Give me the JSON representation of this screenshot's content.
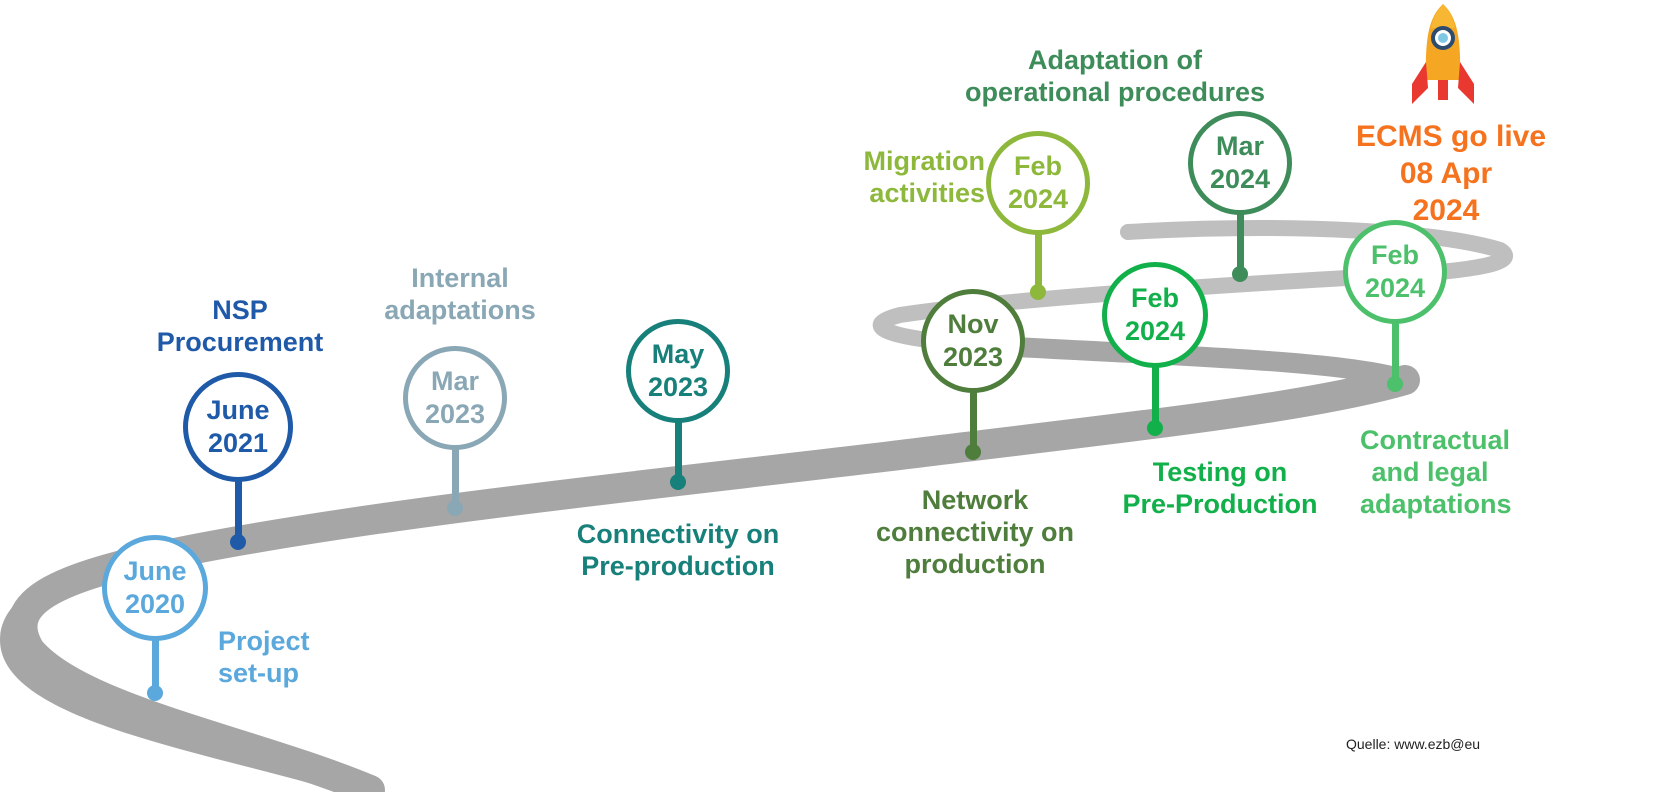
{
  "colors": {
    "road": "#a6a6a6",
    "road_edge": "#bfbfbf",
    "golive": "#f5731e"
  },
  "milestones": [
    {
      "id": "june-2020",
      "month": "June",
      "year": "2020",
      "label_lines": [
        "Project",
        "set-up"
      ],
      "color": "#5aa8dc"
    },
    {
      "id": "june-2021",
      "month": "June",
      "year": "2021",
      "label_lines": [
        "NSP",
        "Procurement"
      ],
      "color": "#1f5aa8"
    },
    {
      "id": "mar-2023",
      "month": "Mar",
      "year": "2023",
      "label_lines": [
        "Internal",
        "adaptations"
      ],
      "color": "#8aa7b5"
    },
    {
      "id": "may-2023",
      "month": "May",
      "year": "2023",
      "label_lines": [
        "Connectivity on",
        "Pre-production"
      ],
      "color": "#17807a"
    },
    {
      "id": "nov-2023",
      "month": "Nov",
      "year": "2023",
      "label_lines": [
        "Network",
        "connectivity on",
        "production"
      ],
      "color": "#4e7d3c"
    },
    {
      "id": "feb-2024-migration",
      "month": "Feb",
      "year": "2024",
      "label_lines": [
        "Migration",
        "activities"
      ],
      "color": "#8db83c"
    },
    {
      "id": "feb-2024-testing",
      "month": "Feb",
      "year": "2024",
      "label_lines": [
        "Testing on",
        "Pre-Production"
      ],
      "color": "#12b04a"
    },
    {
      "id": "mar-2024",
      "month": "Mar",
      "year": "2024",
      "label_lines": [
        "Adaptation of",
        "operational procedures"
      ],
      "color": "#3d8c5a"
    },
    {
      "id": "feb-2024-contractual",
      "month": "Feb",
      "year": "2024",
      "label_lines": [
        "Contractual",
        "and legal",
        "adaptations"
      ],
      "color": "#4cc06a"
    }
  ],
  "golive": {
    "lines": [
      "ECMS go live",
      "08 Apr",
      "2024"
    ],
    "icon": "rocket-icon"
  },
  "source": "Quelle: www.ezb@eu"
}
